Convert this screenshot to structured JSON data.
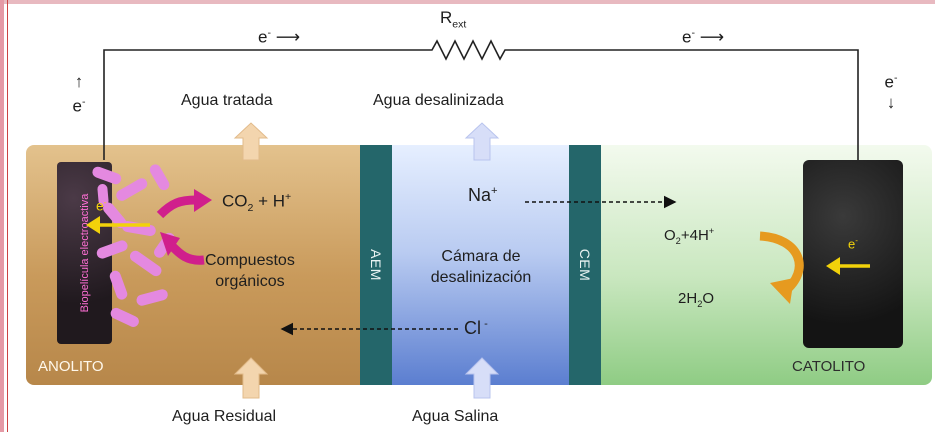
{
  "circuit": {
    "resistor_label": "R",
    "resistor_sub": "ext",
    "electron_left": "e",
    "electron_mid_left": "e",
    "electron_mid_right": "e",
    "electron_right": "e",
    "electron_sup": "-",
    "arrow_right": "⟶",
    "arrow_up": "↑",
    "arrow_down": "↓"
  },
  "outputs": {
    "treated_water": "Agua tratada",
    "desalinated_water": "Agua desalinizada"
  },
  "inputs": {
    "wastewater": "Agua Residual",
    "saline_water": "Agua Salina"
  },
  "anolyte": {
    "label": "ANOLITO",
    "biofilm": "Biopelícula electroactiva",
    "electron": "e",
    "electron_sup": "-",
    "products_a": "CO",
    "products_sub": "2",
    "products_b": " + H",
    "products_sup": "+",
    "organics_line1": "Compuestos",
    "organics_line2": "orgánicos"
  },
  "membranes": {
    "left": "AEM",
    "right": "CEM"
  },
  "desalination": {
    "line1": "Cámara de",
    "line2": "desalinización",
    "cation": "Na",
    "cation_sup": "+",
    "anion": "Cl",
    "anion_sup": " -"
  },
  "catholyte": {
    "label": "CATOLITO",
    "reactant_a": "O",
    "reactant_sub": "2",
    "reactant_b": "+4H",
    "reactant_sup": "+",
    "product_a": "2H",
    "product_sub": "2",
    "product_b": "O",
    "electron": "e",
    "electron_sup": "-"
  },
  "colors": {
    "biofilm_bacteria": "#e489e0",
    "pink_arrow": "#d01f8c",
    "orange_arrow": "#e69a1f",
    "yellow_arrow": "#f2d20a",
    "membrane": "#24666a"
  }
}
